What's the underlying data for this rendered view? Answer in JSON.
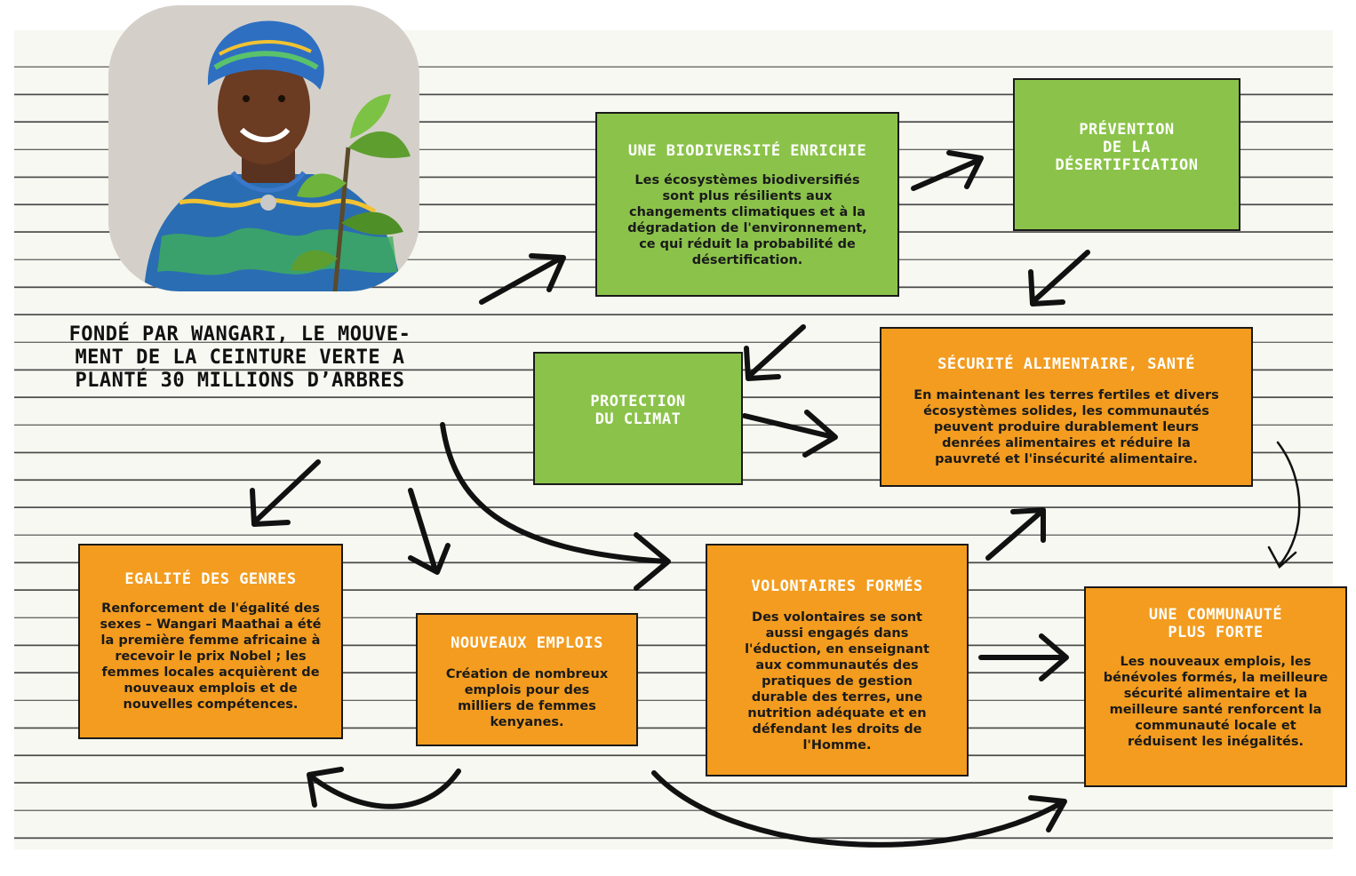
{
  "headline": "FONDÉ PAR WANGARI, LE MOUVE-\nMENT DE LA CEINTURE VERTE A\nPLANTÉ 30 MILLIONS D’ARBRES",
  "photo": {
    "subject": "Wangari Maathai holding a young tree"
  },
  "boxes": {
    "biodiversite": {
      "title": "UNE BIODIVERSITÉ ENRICHIE",
      "text": "Les écosystèmes biodiversifiés sont plus résilients aux changements climatiques et à la dégradation de l'environnement, ce qui réduit la probabilité de désertification."
    },
    "desertification": {
      "title": "PRÉVENTION\nDE LA\nDÉSERTIFICATION"
    },
    "climat": {
      "title": "PROTECTION\nDU CLIMAT"
    },
    "securite": {
      "title": "SÉCURITÉ ALIMENTAIRE, SANTÉ",
      "text": "En maintenant les terres fertiles et divers écosystèmes solides, les communautés peuvent produire durablement leurs denrées alimentaires et réduire la pauvreté et l'insécurité alimentaire."
    },
    "egalite": {
      "title": "EGALITÉ DES GENRES",
      "text": "Renforcement de l'égalité des sexes – Wangari Maathai a été la première femme africaine à recevoir le prix Nobel ; les femmes locales acquièrent de nouveaux emplois et de nouvelles compétences."
    },
    "emplois": {
      "title": "NOUVEAUX EMPLOIS",
      "text": "Création de nombreux emplois pour des milliers de femmes kenyanes."
    },
    "volontaires": {
      "title": "VOLONTAIRES FORMÉS",
      "text": "Des volontaires se sont aussi engagés dans l'éduction, en enseignant aux communautés des pratiques de gestion durable des terres, une nutrition adéquate et en défendant les droits de l'Homme."
    },
    "communaute": {
      "title": "UNE COMMUNAUTÉ\nPLUS FORTE",
      "text": "Les nouveaux emplois, les bénévoles formés, la meilleure sécurité alimentaire et la meilleure santé renforcent la communauté locale et réduisent les inégalités."
    }
  },
  "colors": {
    "green": "#8bc34a",
    "orange": "#f39c1f",
    "ink": "#1a1a1a"
  }
}
